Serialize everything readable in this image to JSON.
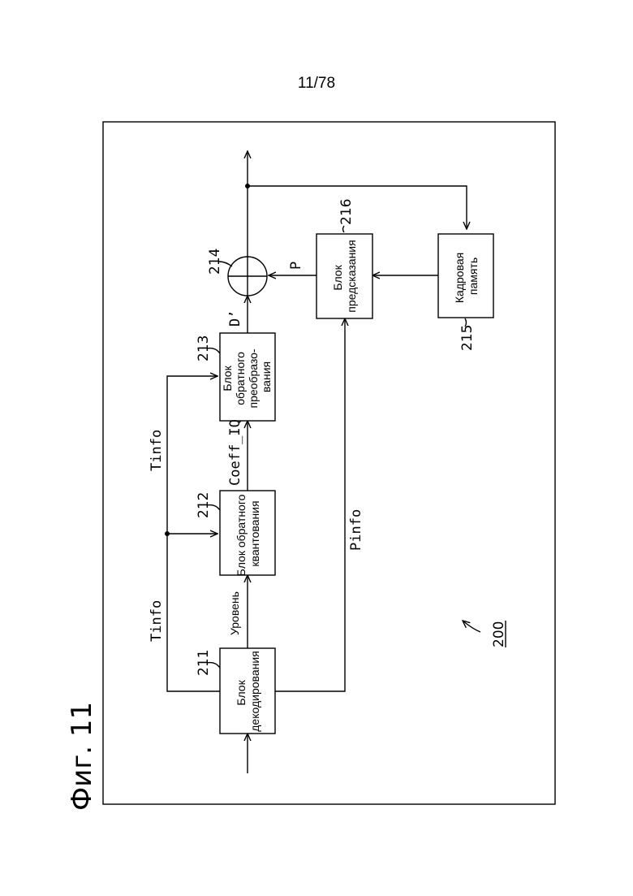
{
  "page_number": "11/78",
  "figure_label": "Фиг. 11",
  "device_ref": "200",
  "blocks": {
    "decoding": {
      "ref": "211",
      "line1": "Блок",
      "line2": "декодирования"
    },
    "inverse_quantization": {
      "ref": "212",
      "line1": "Блок обратного",
      "line2": "квантования"
    },
    "inverse_transform": {
      "ref": "213",
      "line1": "Блок",
      "line2": "обратного",
      "line3": "преобразо-",
      "line4": "вания"
    },
    "adder": {
      "ref": "214"
    },
    "frame_memory": {
      "ref": "215",
      "line1": "Кадровая",
      "line2": "память"
    },
    "prediction": {
      "ref": "216",
      "line1": "Блок",
      "line2": "предсказания"
    }
  },
  "signals": {
    "tinfo_left": "Tinfo",
    "tinfo_right": "Tinfo",
    "level": "Уровень",
    "coeff_iq": "Coeff_IQ",
    "d_prime": "D’",
    "p": "P",
    "pinfo": "Pinfo"
  }
}
